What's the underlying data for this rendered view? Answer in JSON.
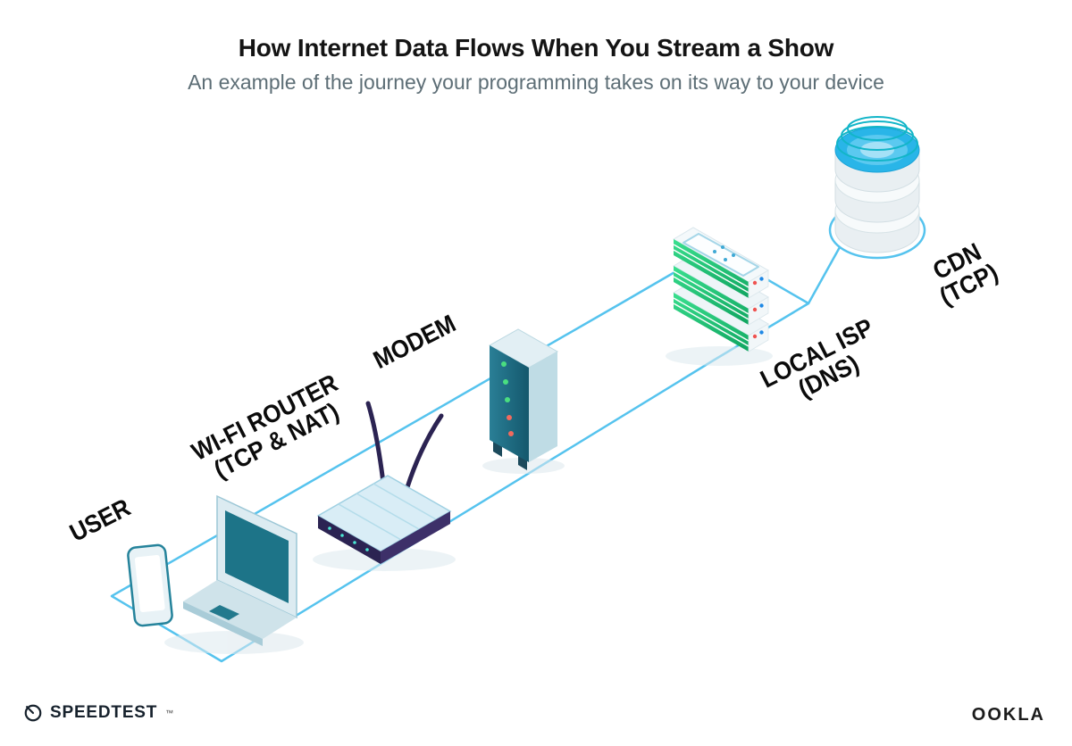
{
  "header": {
    "title": "How Internet Data Flows When You Stream a Show",
    "subtitle": "An example of the journey your programming takes on its way to your device"
  },
  "nodes": {
    "user": {
      "line1": "USER",
      "line2": ""
    },
    "router": {
      "line1": "WI-FI ROUTER",
      "line2": "(TCP & NAT)"
    },
    "modem": {
      "line1": "MODEM",
      "line2": ""
    },
    "isp": {
      "line1": "LOCAL ISP",
      "line2": "(DNS)"
    },
    "cdn": {
      "line1": "CDN",
      "line2": "(TCP)"
    }
  },
  "footer": {
    "speedtest": "SPEEDTEST",
    "trademark": "™",
    "ookla": "OOKLA"
  },
  "colors": {
    "path_blue": "#55c3ee",
    "teal_dark": "#1d7488",
    "navy": "#2b2352",
    "server_green": "#22c677",
    "cdn_blue": "#29b5e8",
    "led_green": "#4ade80",
    "led_red": "#f26a5e",
    "dot_red": "#ef5350",
    "dot_blue": "#1e88e5"
  }
}
